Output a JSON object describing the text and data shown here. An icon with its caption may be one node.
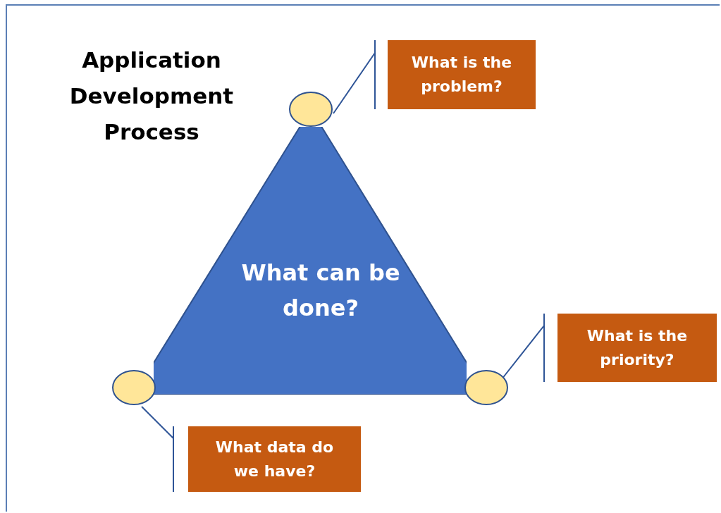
{
  "diagram": {
    "title": "Application Development Process",
    "nodes": [
      {
        "text": [
          "What can be done?"
        ]
      },
      {
        "text": [],
        "shape": "circle"
      },
      {
        "text": [],
        "shape": "circle"
      },
      {
        "text": [],
        "shape": "circle"
      },
      {
        "text": [
          "What is the problem?"
        ]
      },
      {
        "text": [
          "What is the priority?"
        ]
      },
      {
        "text": [
          "What data do we have?"
        ]
      }
    ],
    "edges": [
      {
        "from": 1,
        "to": 4,
        "arrow": "none"
      },
      {
        "from": 3,
        "to": 5,
        "arrow": "none"
      },
      {
        "from": 2,
        "to": 6,
        "arrow": "none"
      }
    ]
  }
}
